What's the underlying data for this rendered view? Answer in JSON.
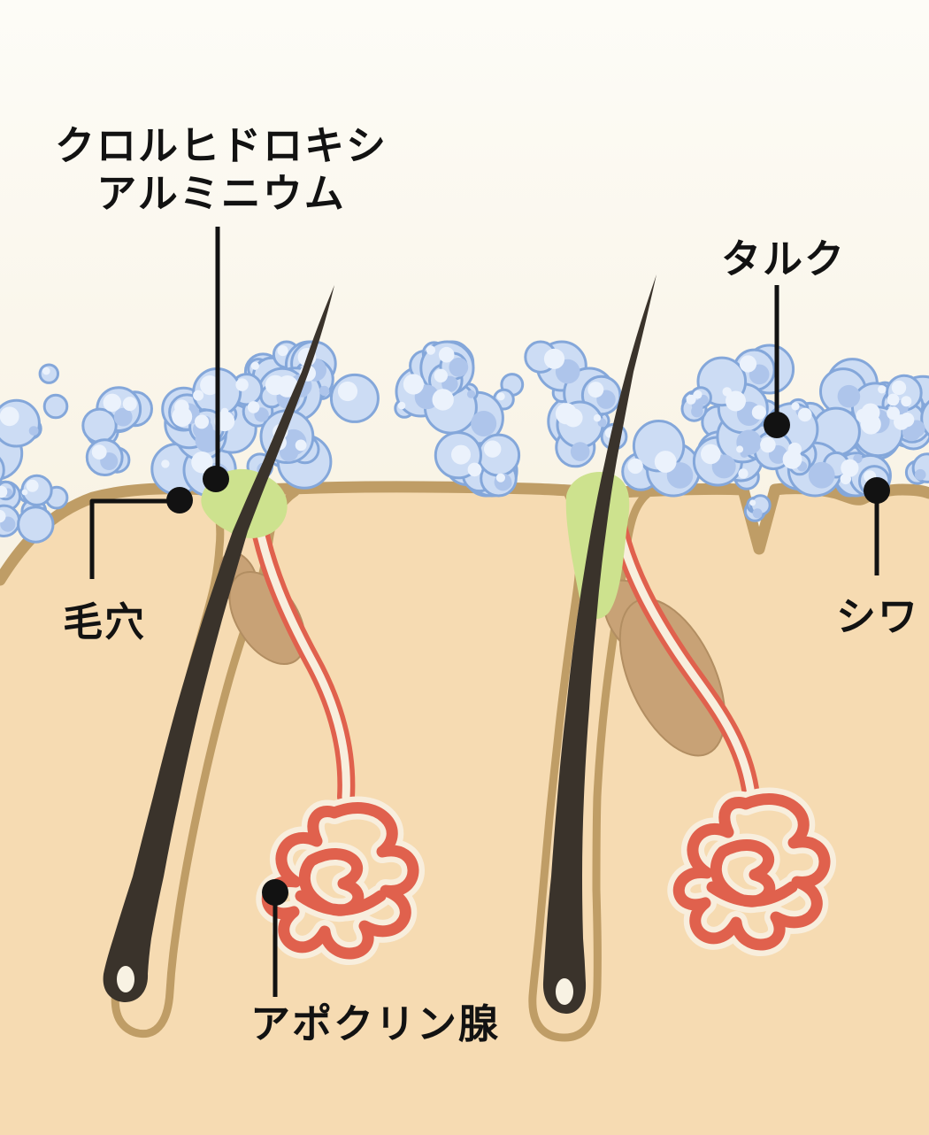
{
  "labels": {
    "aluminum_line1": "クロルヒドロキシ",
    "aluminum_line2": "アルミニウム",
    "talc": "タルク",
    "pore": "毛穴",
    "wrinkle": "シワ",
    "apocrine": "アポクリン腺"
  },
  "colors": {
    "background_top": "#fdfcf7",
    "background_mid": "#f8f2e3",
    "skin": "#f6dbb2",
    "skin_line": "#bf9d66",
    "hair": "#3a332b",
    "talc_fill": "#ccdcf4",
    "talc_stroke": "#84a7da",
    "talc_shade": "#aec5eb",
    "talc_highlight": "#ebf2fc",
    "sebaceous": "#c8a276",
    "apocrine": "#e0614d",
    "duct_lumen": "#f8eedd",
    "plug_green": "#cde28e",
    "label": "#121212"
  }
}
